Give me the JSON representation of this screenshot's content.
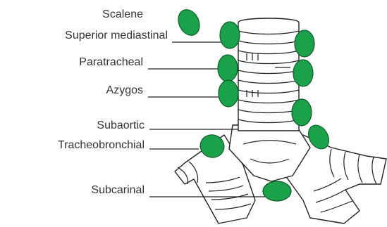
{
  "colors": {
    "lymph_node": "#1aa14a",
    "line": "#222222",
    "background": "#ffffff"
  },
  "labels": {
    "scalene": "Scalene",
    "superior_mediastinal": "Superior mediastinal",
    "paratracheal": "Paratracheal",
    "azygos": "Azygos",
    "subaortic": "Subaortic",
    "tracheobronchial": "Tracheobronchial",
    "subcarinal": "Subcarinal"
  }
}
